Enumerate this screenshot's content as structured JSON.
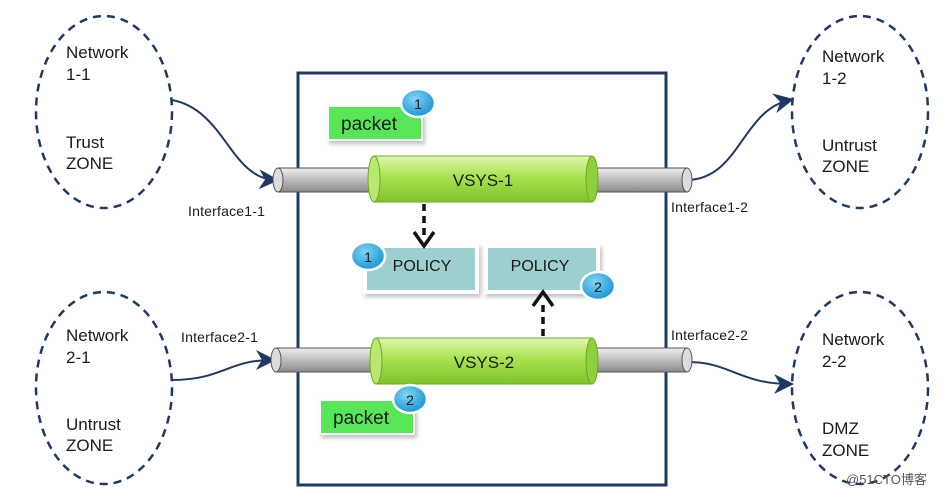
{
  "zones": [
    {
      "id": "net11",
      "network": "Network",
      "netnum": "1-1",
      "zone": "Trust",
      "zone2": "ZONE"
    },
    {
      "id": "net12",
      "network": "Network",
      "netnum": "1-2",
      "zone": "Untrust",
      "zone2": "ZONE"
    },
    {
      "id": "net21",
      "network": "Network",
      "netnum": "2-1",
      "zone": "Untrust",
      "zone2": "ZONE"
    },
    {
      "id": "net22",
      "network": "Network",
      "netnum": "2-2",
      "zone": "DMZ",
      "zone2": "ZONE"
    }
  ],
  "interfaces": {
    "if11": "Interface1-1",
    "if12": "Interface1-2",
    "if21": "Interface2-1",
    "if22": "Interface2-2"
  },
  "vsys": {
    "vsys1": "VSYS-1",
    "vsys2": "VSYS-2"
  },
  "packets": [
    {
      "label": "packet",
      "badge": "1"
    },
    {
      "label": "packet",
      "badge": "2"
    }
  ],
  "policies": [
    {
      "label": "POLICY",
      "badge": "1"
    },
    {
      "label": "POLICY",
      "badge": "2"
    }
  ],
  "watermark": "@51CTO博客",
  "colors": {
    "frame": "#1f3864",
    "dashed": "#1f3864",
    "vsys_green": "#a6e34d",
    "packet_green": "#58e558",
    "policy_teal": "#9ecfd0",
    "badge_blue": "#1fa8e0"
  }
}
